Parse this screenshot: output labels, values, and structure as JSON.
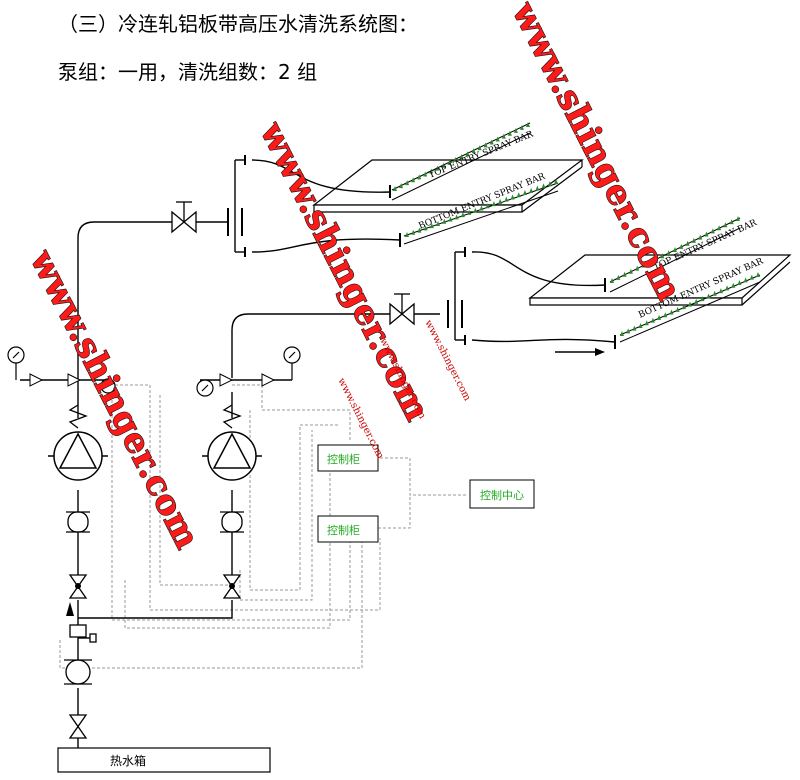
{
  "title": "（三）冷连轧铝板带高压水清洗系统图：",
  "subtitle": "泵组：一用，清洗组数：2 组",
  "labels": {
    "control_cabinet_1": "控制柜",
    "control_cabinet_2": "控制柜",
    "control_center": "控制中心",
    "hot_water_tank": "热水箱",
    "top_spray_1": "TOP ENTRY SPRAY BAR",
    "bottom_spray_1": "BOTTOM ENTRY SPRAY BAR",
    "top_spray_2": "TOP ENTRY SPRAY BAR",
    "bottom_spray_2": "BOTTOM ENTRY SPRAY BAR"
  },
  "watermarks": {
    "big": "www.shinger.com",
    "small": "www.shinger.com"
  },
  "colors": {
    "line": "#000000",
    "dashed": "#999999",
    "nozzle": "#2a8a2a",
    "watermark": "#ff1a1a"
  }
}
